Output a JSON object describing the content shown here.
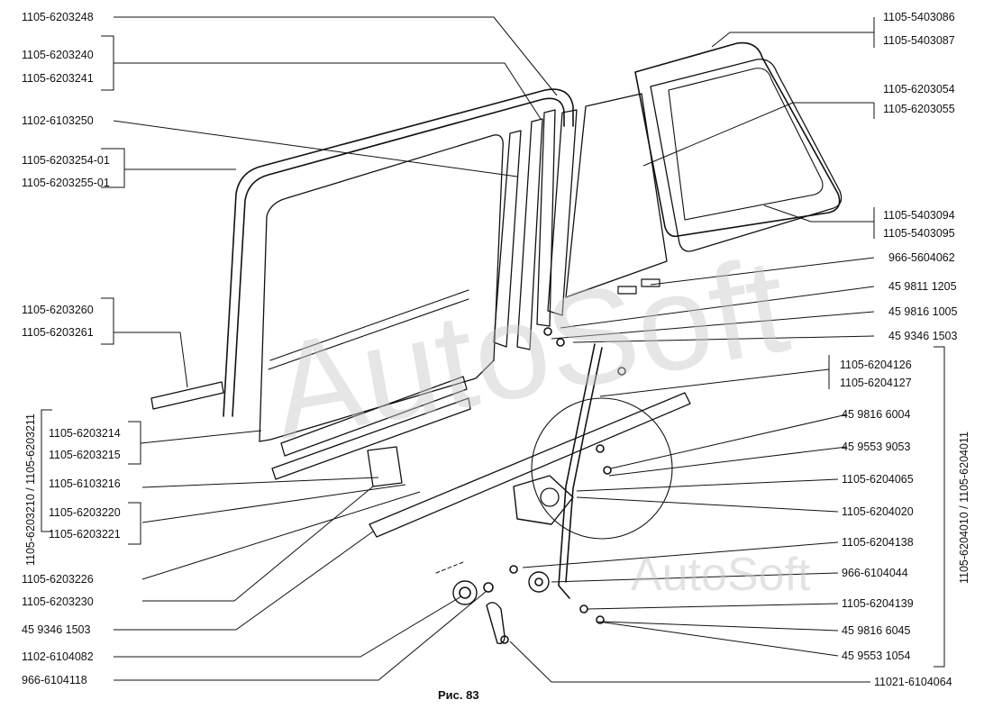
{
  "caption": "Рис. 83",
  "watermarks": [
    "AutoSoft",
    "AutoSoft"
  ],
  "labels_left": [
    {
      "id": "l1",
      "text": "1105-6203248"
    },
    {
      "id": "l2",
      "text": "1105-6203240"
    },
    {
      "id": "l3",
      "text": "1105-6203241"
    },
    {
      "id": "l4",
      "text": "1102-6103250"
    },
    {
      "id": "l5",
      "text": "1105-6203254-01"
    },
    {
      "id": "l6",
      "text": "1105-6203255-01"
    },
    {
      "id": "l7",
      "text": "1105-6203260"
    },
    {
      "id": "l8",
      "text": "1105-6203261"
    },
    {
      "id": "l9",
      "text": "1105-6203214"
    },
    {
      "id": "l10",
      "text": "1105-6203215"
    },
    {
      "id": "l11",
      "text": "1105-6103216"
    },
    {
      "id": "l12",
      "text": "1105-6203220"
    },
    {
      "id": "l13",
      "text": "1105-6203221"
    },
    {
      "id": "l14",
      "text": "1105-6203226"
    },
    {
      "id": "l15",
      "text": "1105-6203230"
    },
    {
      "id": "l16",
      "text": "45 9346 1503"
    },
    {
      "id": "l17",
      "text": "1102-6104082"
    },
    {
      "id": "l18",
      "text": "966-6104118"
    }
  ],
  "labels_right": [
    {
      "id": "r1",
      "text": "1105-5403086"
    },
    {
      "id": "r2",
      "text": "1105-5403087"
    },
    {
      "id": "r3",
      "text": "1105-6203054"
    },
    {
      "id": "r4",
      "text": "1105-6203055"
    },
    {
      "id": "r5",
      "text": "1105-5403094"
    },
    {
      "id": "r6",
      "text": "1105-5403095"
    },
    {
      "id": "r7",
      "text": "966-5604062"
    },
    {
      "id": "r8",
      "text": "45 9811 1205"
    },
    {
      "id": "r9",
      "text": "45 9816 1005"
    },
    {
      "id": "r10",
      "text": "45 9346 1503"
    },
    {
      "id": "r11",
      "text": "1105-6204126"
    },
    {
      "id": "r12",
      "text": "1105-6204127"
    },
    {
      "id": "r13",
      "text": "45 9816 6004"
    },
    {
      "id": "r14",
      "text": "45 9553 9053"
    },
    {
      "id": "r15",
      "text": "1105-6204065"
    },
    {
      "id": "r16",
      "text": "1105-6204020"
    },
    {
      "id": "r17",
      "text": "1105-6204138"
    },
    {
      "id": "r18",
      "text": "966-6104044"
    },
    {
      "id": "r19",
      "text": "1105-6204139"
    },
    {
      "id": "r20",
      "text": "45 9816 6045"
    },
    {
      "id": "r21",
      "text": "45 9553 1054"
    },
    {
      "id": "r22",
      "text": "11021-6104064"
    }
  ],
  "vertical_left": "1105-6203210 / 1105-6203211",
  "vertical_right": "1105-6204010 / 1105-6204011"
}
